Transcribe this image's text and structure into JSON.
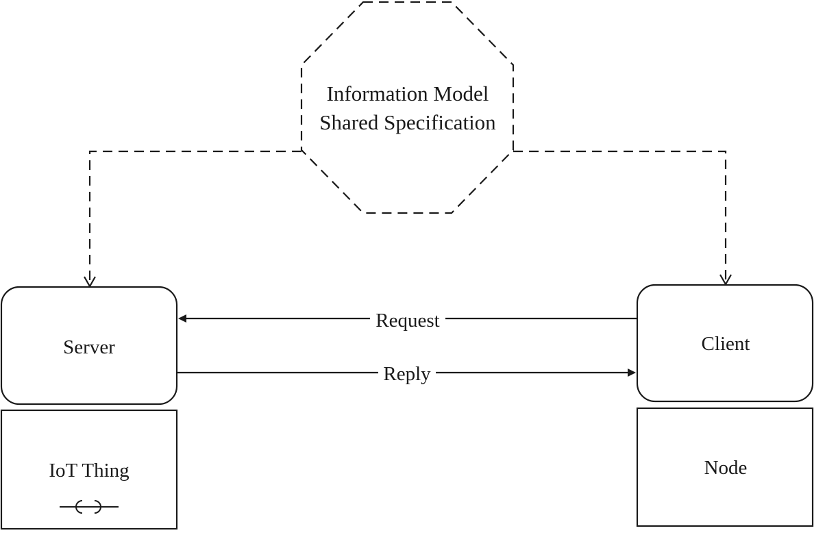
{
  "model": {
    "line1": "Information Model",
    "line2": "Shared Specification"
  },
  "server": {
    "label": "Server"
  },
  "client": {
    "label": "Client"
  },
  "iot_thing": {
    "label": "IoT Thing",
    "icon": "sensor-symbol-icon"
  },
  "node": {
    "label": "Node"
  },
  "links": {
    "request": "Request",
    "reply": "Reply"
  },
  "colors": {
    "ink": "#1a1a1a",
    "background": "#ffffff"
  }
}
